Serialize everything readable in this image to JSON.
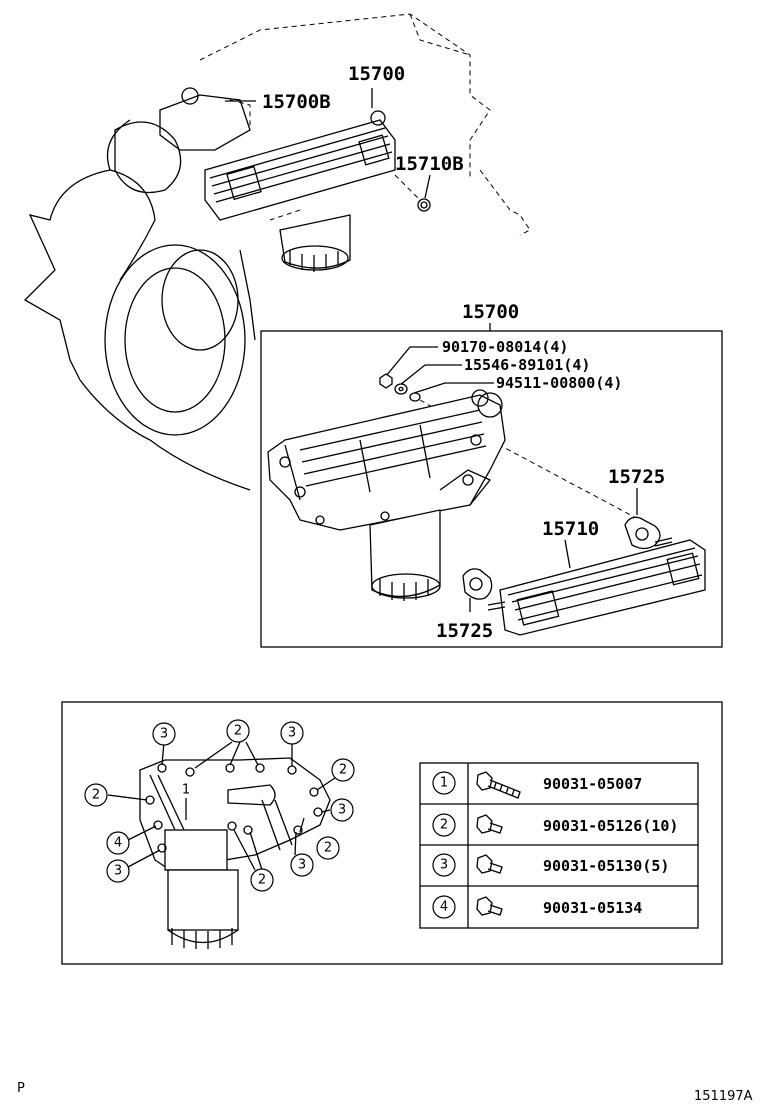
{
  "top_callouts": {
    "cooler_assembly": "15700",
    "gasket_top": "15700B",
    "oring": "15710B"
  },
  "detail_box": {
    "title": "15700",
    "parts": [
      {
        "number": "90170-08014",
        "qty": "(4)"
      },
      {
        "number": "15546-89101",
        "qty": "(4)"
      },
      {
        "number": "94511-00800",
        "qty": "(4)"
      }
    ],
    "gasket_upper": "15725",
    "element": "15710",
    "gasket_lower": "15725"
  },
  "bolt_table": {
    "rows": [
      {
        "key": "1",
        "part": "90031-05007",
        "qty": ""
      },
      {
        "key": "2",
        "part": "90031-05126",
        "qty": "(10)"
      },
      {
        "key": "3",
        "part": "90031-05130",
        "qty": "(5)"
      },
      {
        "key": "4",
        "part": "90031-05134",
        "qty": ""
      }
    ]
  },
  "bolt_map_labels": {
    "c1": "3",
    "c2": "2",
    "c3": "3",
    "c4": "2",
    "c5": "2",
    "c6": "3",
    "c7": "4",
    "c8": "3",
    "c9": "2",
    "c10": "3",
    "c11": "2",
    "c12": "1"
  },
  "footer": {
    "left_mark": "P",
    "figure_id": "151197A"
  }
}
